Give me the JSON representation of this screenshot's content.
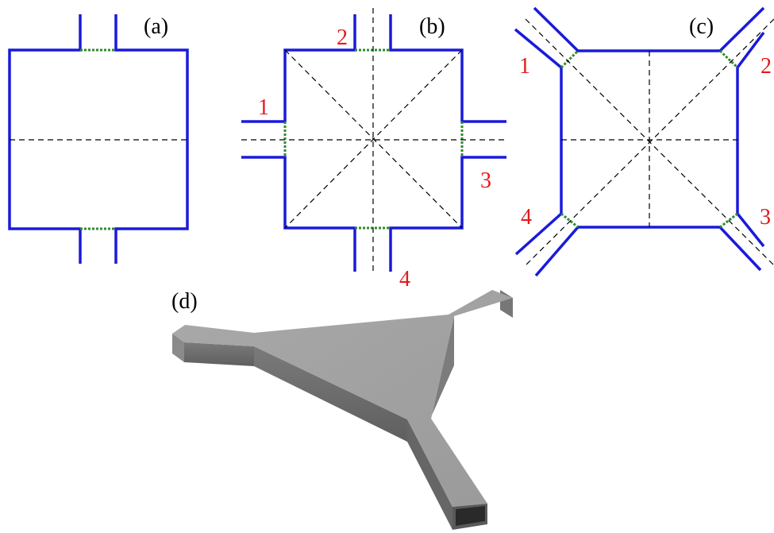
{
  "panels": {
    "a": {
      "label": "(a)"
    },
    "b": {
      "label": "(b)",
      "ports": [
        "1",
        "2",
        "3",
        "4"
      ]
    },
    "c": {
      "label": "(c)",
      "ports": [
        "1",
        "2",
        "3",
        "4"
      ]
    },
    "d": {
      "label": "(d)"
    }
  },
  "colors": {
    "wall": "#1a1adb",
    "port_plane": "#2e8b2e",
    "port_number": "#e41a1a",
    "symmetry_line": "#000000",
    "solid_top": "#a4a4a4",
    "solid_side": "#6f6f6f"
  }
}
